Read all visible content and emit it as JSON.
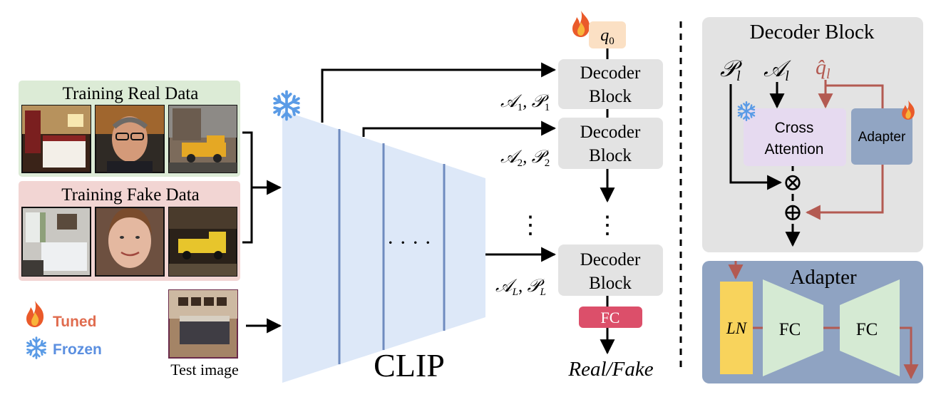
{
  "colors": {
    "real_bg": "#dcebd6",
    "fake_bg": "#f2d5d3",
    "clip_fill": "#dde8f8",
    "clip_lines": "#6f8bbf",
    "decoder_block_fill": "#e3e3e3",
    "query_fill": "#fbe0c4",
    "fc_fill": "#dc4f6a",
    "panel_bg": "#e3e3e3",
    "cross_attention_fill": "#e6daf0",
    "adapter_fill": "#91a5c3",
    "adapter_panel_bg": "#8fa3c2",
    "ln_fill": "#f8d35c",
    "fc_green": "#d5ead3",
    "red_arrow": "#b35a52",
    "tuned_text": "#e06c4f",
    "frozen_text": "#5b8fe0",
    "snow_icon": "#5a9be6"
  },
  "icons": [
    "fire-icon",
    "snowflake-icon"
  ],
  "left": {
    "real_title": "Training Real Data",
    "fake_title": "Training Fake Data",
    "test_label": "Test image"
  },
  "legend": {
    "tuned": "Tuned",
    "frozen": "Frozen"
  },
  "clip": {
    "label": "CLIP",
    "dots": "· · · ·"
  },
  "decoder": {
    "query_label": "q",
    "query_sub": "0",
    "blocks": [
      {
        "line1": "Decoder",
        "line2": "Block",
        "sub": "1"
      },
      {
        "line1": "Decoder",
        "line2": "Block",
        "sub": "2"
      },
      {
        "line1": "Decoder",
        "line2": "Block",
        "sub": "L"
      }
    ],
    "attn_symbol": "𝒜",
    "patch_symbol": "𝒫",
    "vdots": "⋮",
    "fc_label": "FC",
    "output_label": "Real/Fake"
  },
  "panel": {
    "title": "Decoder Block",
    "p_symbol": "𝒫",
    "a_symbol": "𝒜",
    "q_symbol": "q̂",
    "sub_l": "l",
    "cross_line1": "Cross",
    "cross_line2": "Attention",
    "adapter_box": "Adapter",
    "times": "⊗",
    "plus": "⊕"
  },
  "adapter_panel": {
    "title": "Adapter",
    "ln": "LN",
    "fc1": "FC",
    "fc2": "FC"
  }
}
